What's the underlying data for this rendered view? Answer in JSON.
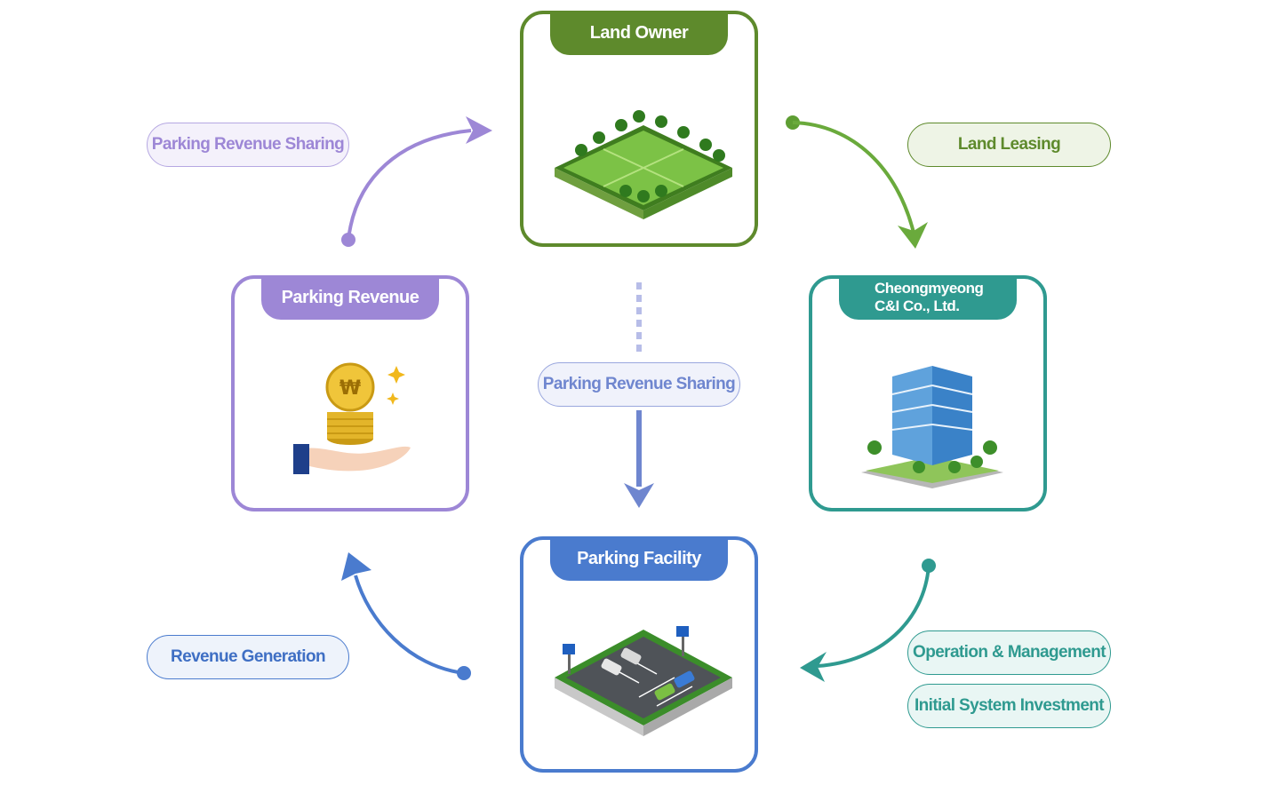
{
  "nodes": {
    "land_owner": {
      "title": "Land Owner",
      "icon": "farmland-icon",
      "color": "#5e8a2c"
    },
    "company": {
      "title_line1": "Cheongmyeong",
      "title_line2": "C&I Co., Ltd.",
      "icon": "office-building-icon",
      "color": "#2f9a90"
    },
    "parking_revenue": {
      "title": "Parking Revenue",
      "icon": "coins-in-hand-icon",
      "color": "#9d87d6"
    },
    "parking_facility": {
      "title": "Parking Facility",
      "icon": "parking-lot-icon",
      "color": "#4a7bce"
    }
  },
  "flows": {
    "land_leasing": "Land Leasing",
    "revenue_sharing_top": "Parking Revenue Sharing",
    "revenue_sharing_center": "Parking Revenue Sharing",
    "operation_management": "Operation & Management",
    "initial_investment": "Initial System Investment",
    "revenue_generation": "Revenue Generation"
  }
}
